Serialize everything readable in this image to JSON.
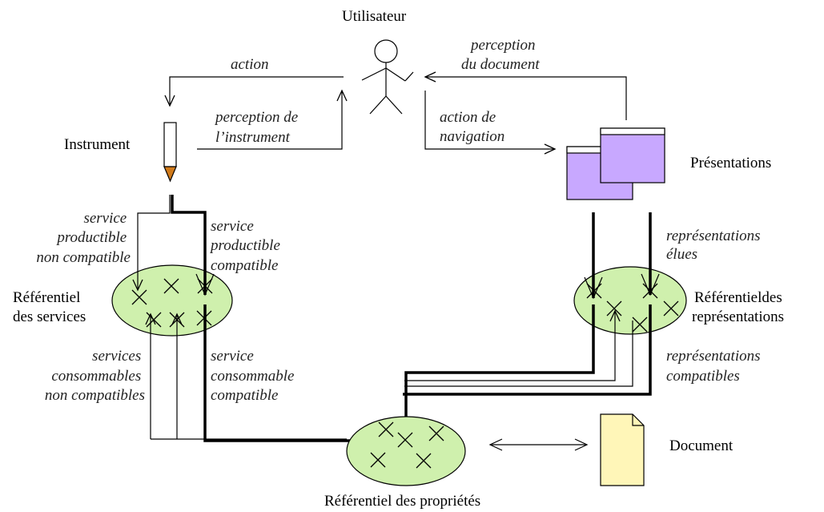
{
  "labels": {
    "utilisateur": "Utilisateur",
    "instrument": "Instrument",
    "presentations": "Présentations",
    "document": "Document",
    "ref_services": [
      "Référentiel",
      "des services"
    ],
    "ref_representations": [
      "Référentieldes",
      "représentations"
    ],
    "ref_proprietes": "Référentiel des propriétés"
  },
  "annotations": {
    "action": "action",
    "perception_instrument": [
      "perception de",
      "l’instrument"
    ],
    "perception_document": [
      "perception",
      "du document"
    ],
    "action_navigation": [
      "action  de",
      "navigation"
    ],
    "service_productible_non_compatible": [
      "service",
      "productible",
      "non compatible"
    ],
    "service_productible_compatible": [
      "service",
      "productible",
      "compatible"
    ],
    "services_consommables_non_compatibles": [
      "services",
      "consommables",
      "non compatibles"
    ],
    "service_consommable_compatible": [
      "service",
      "consommable",
      "compatible"
    ],
    "representations_elues": [
      "représentations",
      "élues"
    ],
    "representations_compatibles": [
      "représentations",
      "compatibles"
    ]
  },
  "colors": {
    "ellipse_fill": "#cff0ad",
    "window_fill": "#c8a8ff",
    "document_fill": "#fff6b8",
    "pencil_tip": "#d07a1a"
  }
}
